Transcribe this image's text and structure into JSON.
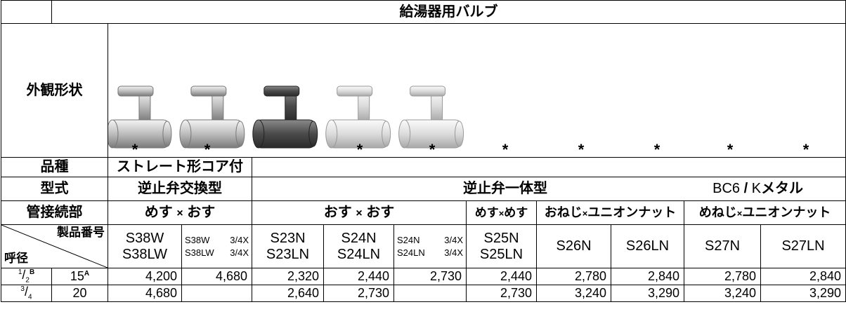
{
  "title": "給湯器用バルブ",
  "appearance_label": "外観形状",
  "star_mark": "*",
  "rows": {
    "hinshu": {
      "label": "品種",
      "value": "ストレート形コア付"
    },
    "katashiki": {
      "label": "型式",
      "left": "逆止弁交換型",
      "mid": "逆止弁一体型",
      "right_prefix": "BC6",
      "right_slash": "/",
      "right_k": "K",
      "right_suffix": "メタル"
    },
    "connection": {
      "label": "管接続部",
      "c1": "めす",
      "c2": "おす",
      "c3": "めす",
      "c4": "おねじ",
      "c5": "めねじ",
      "times": "×",
      "oss": "おす",
      "mesu": "めす",
      "union": "ユニオンナット"
    }
  },
  "header": {
    "product_no": "製品番号",
    "nominal": "呼径"
  },
  "models": {
    "m1": [
      "S38W",
      "S38LW"
    ],
    "m2": [
      [
        "S38W",
        "3/4X"
      ],
      [
        "S38LW",
        "3/4X"
      ]
    ],
    "m3": [
      "S23N",
      "S23LN"
    ],
    "m4": [
      "S24N",
      "S24LN"
    ],
    "m5": [
      [
        "S24N",
        "3/4X"
      ],
      [
        "S24LN",
        "3/4X"
      ]
    ],
    "m6": [
      "S25N",
      "S25LN"
    ],
    "m7": "S26N",
    "m8": "S26LN",
    "m9": "S27N",
    "m10": "S27LN"
  },
  "price_rows": [
    {
      "inch_num": "1",
      "inch_den": "2",
      "inch_sup": "B",
      "mm": "15",
      "mm_sup": "A",
      "values": [
        "4,200",
        "4,680",
        "2,320",
        "2,440",
        "2,730",
        "2,440",
        "2,780",
        "2,840",
        "2,780",
        "2,840"
      ]
    },
    {
      "inch_num": "3",
      "inch_den": "4",
      "inch_sup": "",
      "mm": "20",
      "mm_sup": "",
      "values": [
        "4,680",
        "",
        "2,640",
        "2,730",
        "",
        "2,730",
        "3,240",
        "3,290",
        "3,240",
        "3,290"
      ]
    }
  ],
  "colors": {
    "border": "#000000",
    "valve_silver": "#c9c9c9",
    "valve_dark": "#4a4a4a"
  }
}
